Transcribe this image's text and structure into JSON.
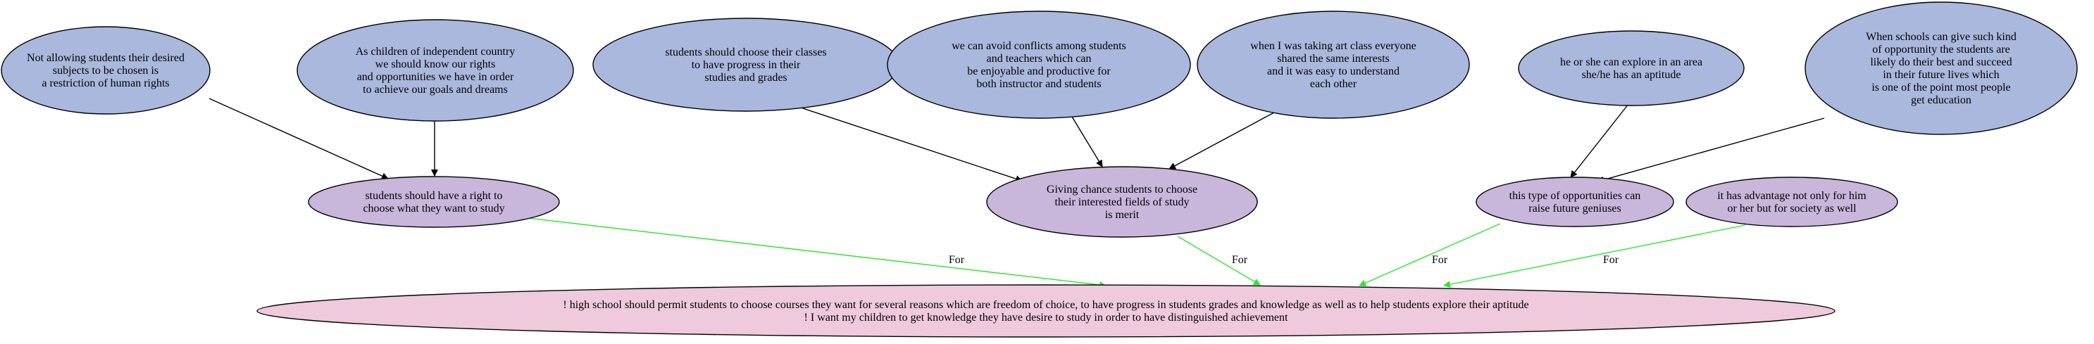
{
  "colors": {
    "premise_fill": "#a9b8dc",
    "claim_fill": "#c9b6db",
    "conclusion_fill": "#eecadc",
    "support_edge": "#000000",
    "for_edge": "#2ee62e"
  },
  "nodes": {
    "premise_human_rights": {
      "lines": [
        "Not allowing students their desired",
        "subjects to be chosen is",
        "a restriction of human rights"
      ]
    },
    "premise_independent_country": {
      "lines": [
        "As children of independent country",
        "we should know our rights",
        "and opportunities we have in order",
        "to achieve our goals and dreams"
      ]
    },
    "premise_classes_progress": {
      "lines": [
        "students should choose their classes",
        "to have progress in their",
        "studies and grades"
      ]
    },
    "premise_avoid_conflicts": {
      "lines": [
        "we can avoid conflicts among students",
        "and teachers which can",
        "be enjoyable and productive for",
        "both instructor and students"
      ]
    },
    "premise_art_class": {
      "lines": [
        "when I was taking art class everyone",
        "shared the same interests",
        "and it was easy to understand",
        "each other"
      ]
    },
    "premise_explore_aptitude": {
      "lines": [
        "he or she can explore in an area",
        "she/he has an aptitude"
      ]
    },
    "premise_schools_give_choice": {
      "lines": [
        "When schools can give such kind",
        "of opportunity the students are",
        "likely do their best and succeed",
        "in their future lives which",
        "is one of the point most people",
        "get education"
      ]
    },
    "claim_right_to_choose": {
      "lines": [
        "students should have a right to",
        "choose what they want to study"
      ]
    },
    "claim_giving_chance": {
      "lines": [
        "Giving chance students to choose",
        "their interested fields of study",
        "is merit"
      ]
    },
    "claim_future_geniuses": {
      "lines": [
        "this type of opportunities can",
        "raise future geniuses"
      ]
    },
    "claim_society": {
      "lines": [
        "it has advantage not only for him",
        "or her but for society as well"
      ]
    },
    "conclusion": {
      "lines": [
        "! high school should permit students to choose courses they want for several reasons which are freedom of choice, to have progress in students grades and knowledge as well as to help students explore their aptitude",
        "! I want my children to get knowledge they have desire to study in order to have distinguished achievement"
      ]
    }
  },
  "edges": [
    {
      "from": "premise_human_rights",
      "to": "claim_right_to_choose",
      "kind": "support",
      "label": ""
    },
    {
      "from": "premise_independent_country",
      "to": "claim_right_to_choose",
      "kind": "support",
      "label": ""
    },
    {
      "from": "premise_classes_progress",
      "to": "claim_giving_chance",
      "kind": "support",
      "label": ""
    },
    {
      "from": "premise_avoid_conflicts",
      "to": "claim_giving_chance",
      "kind": "support",
      "label": ""
    },
    {
      "from": "premise_art_class",
      "to": "claim_giving_chance",
      "kind": "support",
      "label": ""
    },
    {
      "from": "premise_explore_aptitude",
      "to": "claim_future_geniuses",
      "kind": "support",
      "label": ""
    },
    {
      "from": "premise_schools_give_choice",
      "to": "claim_future_geniuses",
      "kind": "support",
      "label": ""
    },
    {
      "from": "claim_right_to_choose",
      "to": "conclusion",
      "kind": "for",
      "label": "For"
    },
    {
      "from": "claim_giving_chance",
      "to": "conclusion",
      "kind": "for",
      "label": "For"
    },
    {
      "from": "claim_future_geniuses",
      "to": "conclusion",
      "kind": "for",
      "label": "For"
    },
    {
      "from": "claim_society",
      "to": "conclusion",
      "kind": "for",
      "label": "For"
    }
  ]
}
